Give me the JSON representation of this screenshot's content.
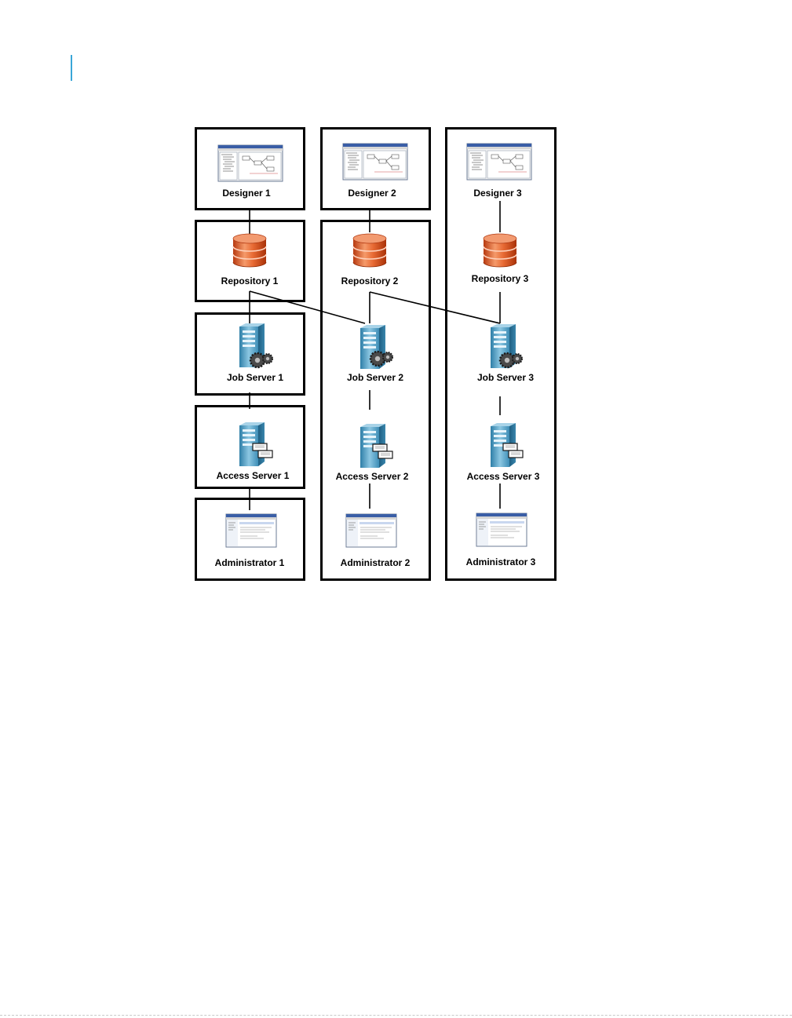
{
  "diagram": {
    "designers": [
      "Designer 1",
      "Designer 2",
      "Designer 3"
    ],
    "repositories": [
      "Repository 1",
      "Repository 2",
      "Repository 3"
    ],
    "job_servers": [
      "Job Server 1",
      "Job Server 2",
      "Job Server 3"
    ],
    "access_servers": [
      "Access Server 1",
      "Access Server 2",
      "Access Server 3"
    ],
    "administrators": [
      "Administrator 1",
      "Administrator 2",
      "Administrator 3"
    ]
  },
  "colors": {
    "page_bar": "#3aa6d8",
    "repository": "#e2571f",
    "server": "#4f9ec4",
    "border": "#000000"
  }
}
